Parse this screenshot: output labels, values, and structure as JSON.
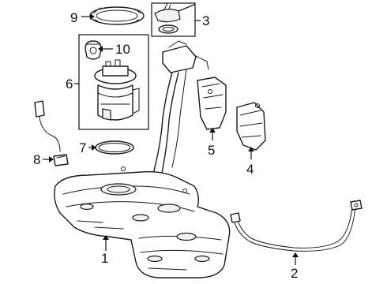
{
  "callouts": [
    {
      "id": "1",
      "label": "1",
      "part": "fuel-tank"
    },
    {
      "id": "2",
      "label": "2",
      "part": "tank-strap"
    },
    {
      "id": "3",
      "label": "3",
      "part": "lock-ring-and-seal"
    },
    {
      "id": "4",
      "label": "4",
      "part": "heat-shield"
    },
    {
      "id": "5",
      "label": "5",
      "part": "shield-bracket"
    },
    {
      "id": "6",
      "label": "6",
      "part": "fuel-pump-module"
    },
    {
      "id": "7",
      "label": "7",
      "part": "gasket"
    },
    {
      "id": "8",
      "label": "8",
      "part": "harness-connector"
    },
    {
      "id": "9",
      "label": "9",
      "part": "retainer-ring"
    },
    {
      "id": "10",
      "label": "10",
      "part": "pressure-regulator"
    }
  ]
}
